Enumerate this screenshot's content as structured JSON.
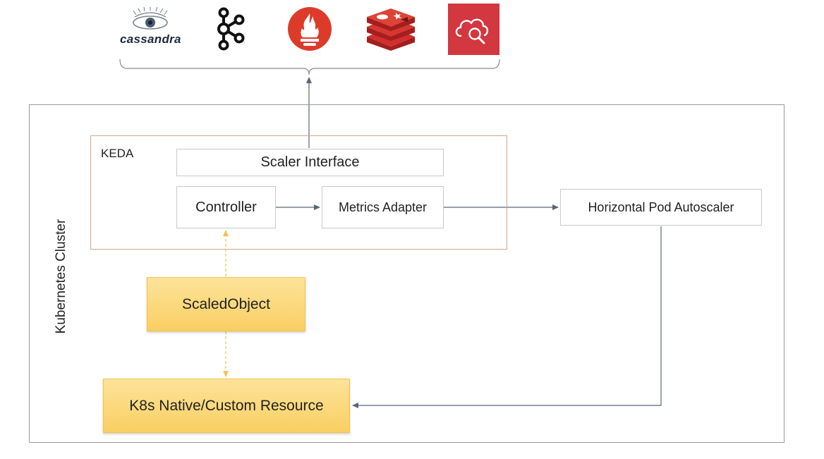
{
  "logos": {
    "cassandra": {
      "text": "cassandra"
    },
    "kafka": {
      "icon": "kafka-icon"
    },
    "prometheus": {
      "icon": "prometheus-torch-icon",
      "color": "#dd3b2a"
    },
    "redis": {
      "icon": "redis-stack-icon",
      "color": "#d12e2e"
    },
    "cloud_search": {
      "icon": "cloud-search-icon",
      "color": "#d33740"
    }
  },
  "cluster": {
    "label": "Kubernetes Cluster"
  },
  "keda": {
    "label": "KEDA",
    "scaler_interface": "Scaler Interface",
    "controller": "Controller",
    "metrics_adapter": "Metrics Adapter"
  },
  "hpa": {
    "label": "Horizontal Pod Autoscaler"
  },
  "scaled_object": {
    "label": "ScaledObject"
  },
  "resource": {
    "label": "K8s Native/Custom Resource"
  },
  "colors": {
    "orange_fill": "#f9cf63",
    "orange_border": "#f4c34a",
    "keda_border": "#c9a98a",
    "arrow": "#5a6478"
  }
}
